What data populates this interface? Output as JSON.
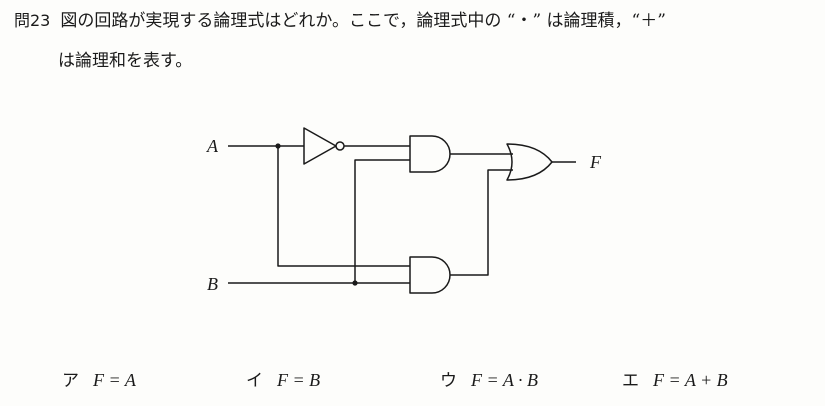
{
  "question": {
    "number": "問23",
    "line1": "図の回路が実現する論理式はどれか。ここで，論理式中の “・” は論理積，“＋”",
    "line2": "は論理和を表す。"
  },
  "circuit": {
    "input_a": "A",
    "input_b": "B",
    "output": "F"
  },
  "choices": [
    {
      "kana": "ア",
      "formula": "F = A"
    },
    {
      "kana": "イ",
      "formula": "F = B"
    },
    {
      "kana": "ウ",
      "formula": "F = A · B"
    },
    {
      "kana": "エ",
      "formula": "F = A + B"
    }
  ]
}
